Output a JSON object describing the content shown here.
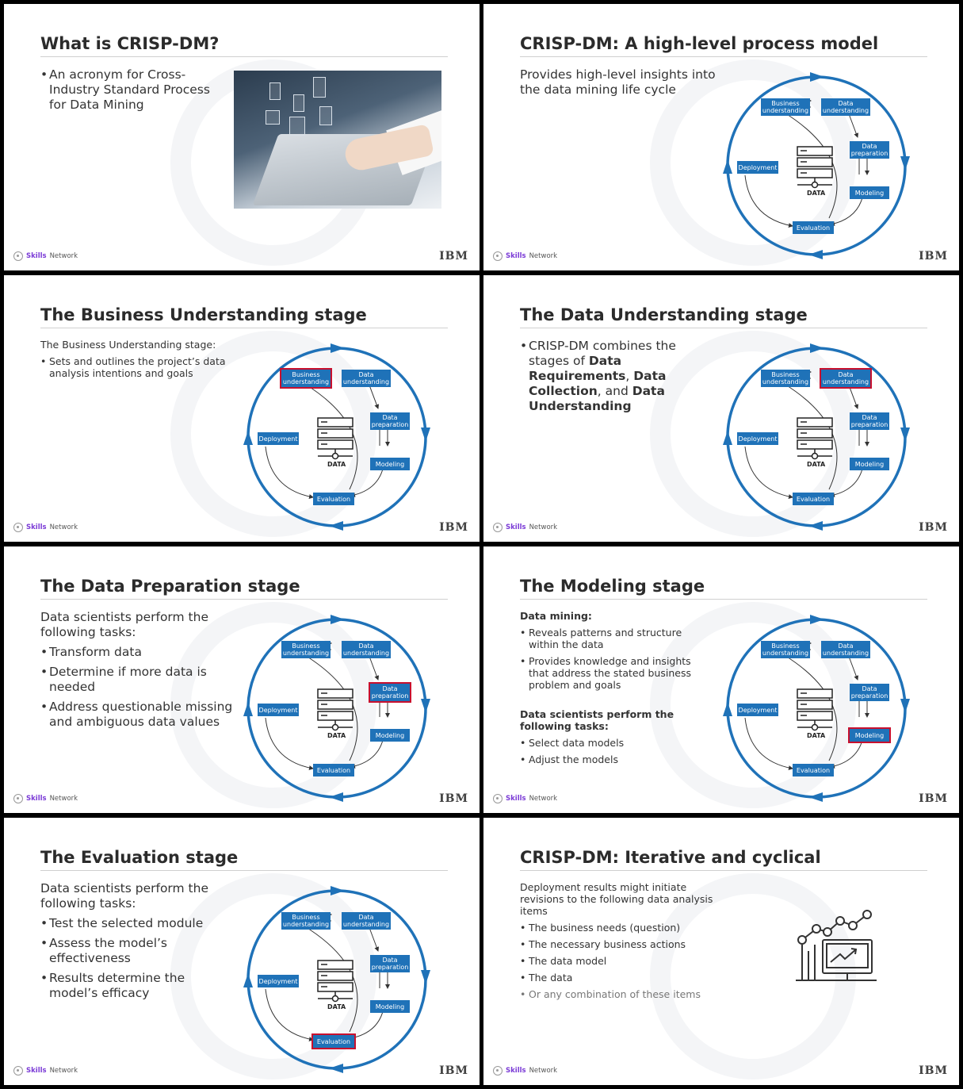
{
  "stages": {
    "business": "Business understanding",
    "data_und": "Data understanding",
    "data_prep": "Data preparation",
    "deployment": "Deployment",
    "modeling": "Modeling",
    "evaluation": "Evaluation",
    "data": "DATA"
  },
  "footer": {
    "skills": "Skills",
    "network": "Network",
    "ibm": "IBM"
  },
  "slides": {
    "s1": {
      "title": "What is CRISP-DM?",
      "bullets": [
        "An acronym for Cross-Industry Standard Process for Data Mining"
      ]
    },
    "s2": {
      "title": "CRISP-DM: A high-level process model",
      "text": "Provides high-level insights into the data mining life cycle"
    },
    "s3": {
      "title": "The Business Understanding stage",
      "intro": "The Business Understanding stage:",
      "bullets": [
        "Sets and outlines the project’s data analysis intentions and goals"
      ]
    },
    "s4": {
      "title": "The Data Understanding stage",
      "b_pre": "CRISP-DM combines the stages of ",
      "b_1": "Data Requirements",
      "b_sep1": ", ",
      "b_2": "Data Collection",
      "b_sep2": ", and ",
      "b_3": "Data Understanding"
    },
    "s5": {
      "title": "The Data Preparation stage",
      "intro": "Data scientists perform the following tasks:",
      "bullets": [
        "Transform data",
        "Determine if more data is needed",
        "Address questionable missing and ambiguous data values"
      ]
    },
    "s6": {
      "title": "The Modeling stage",
      "h1": "Data mining:",
      "bullets1": [
        "Reveals patterns and structure within the data",
        "Provides knowledge and insights that address the stated business problem and goals"
      ],
      "h2": "Data scientists perform the following tasks:",
      "bullets2": [
        "Select data models",
        "Adjust the models"
      ]
    },
    "s7": {
      "title": "The Evaluation stage",
      "intro": "Data scientists perform the following tasks:",
      "bullets": [
        "Test the selected module",
        "Assess the model’s effectiveness",
        "Results determine the model’s efficacy"
      ]
    },
    "s8": {
      "title": "CRISP-DM: Iterative and cyclical",
      "intro": "Deployment results might initiate revisions to the following data analysis items",
      "bullets": [
        "The business needs (question)",
        "The necessary business actions",
        "The data model",
        "The data",
        "Or any combination of these items"
      ]
    }
  },
  "colors": {
    "accent": "#1f72b8",
    "highlight": "#c8102e",
    "brand": "#7a3ad6"
  }
}
